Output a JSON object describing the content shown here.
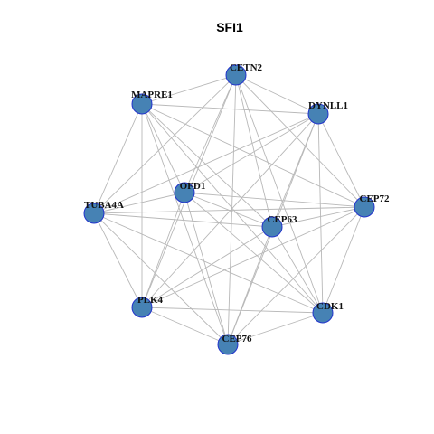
{
  "title": "SFI1",
  "style": {
    "node_fill": "#4682b4",
    "node_stroke": "#2233cc",
    "edge_color": "#b8b8b8",
    "background": "#ffffff"
  },
  "nodes": [
    {
      "id": "CETN2"
    },
    {
      "id": "MAPRE1"
    },
    {
      "id": "DYNLL1"
    },
    {
      "id": "OFD1"
    },
    {
      "id": "TUBA4A"
    },
    {
      "id": "CEP72"
    },
    {
      "id": "CEP63"
    },
    {
      "id": "PLK4"
    },
    {
      "id": "CDK1"
    },
    {
      "id": "CEP76"
    }
  ],
  "edges": [
    [
      "CETN2",
      "MAPRE1"
    ],
    [
      "CETN2",
      "DYNLL1"
    ],
    [
      "CETN2",
      "OFD1"
    ],
    [
      "CETN2",
      "TUBA4A"
    ],
    [
      "CETN2",
      "CEP72"
    ],
    [
      "CETN2",
      "CEP63"
    ],
    [
      "CETN2",
      "PLK4"
    ],
    [
      "CETN2",
      "CDK1"
    ],
    [
      "CETN2",
      "CEP76"
    ],
    [
      "MAPRE1",
      "DYNLL1"
    ],
    [
      "MAPRE1",
      "OFD1"
    ],
    [
      "MAPRE1",
      "TUBA4A"
    ],
    [
      "MAPRE1",
      "CEP72"
    ],
    [
      "MAPRE1",
      "CEP63"
    ],
    [
      "MAPRE1",
      "PLK4"
    ],
    [
      "MAPRE1",
      "CDK1"
    ],
    [
      "MAPRE1",
      "CEP76"
    ],
    [
      "DYNLL1",
      "OFD1"
    ],
    [
      "DYNLL1",
      "TUBA4A"
    ],
    [
      "DYNLL1",
      "CEP72"
    ],
    [
      "DYNLL1",
      "CEP63"
    ],
    [
      "DYNLL1",
      "PLK4"
    ],
    [
      "DYNLL1",
      "CDK1"
    ],
    [
      "DYNLL1",
      "CEP76"
    ],
    [
      "OFD1",
      "TUBA4A"
    ],
    [
      "OFD1",
      "CEP72"
    ],
    [
      "OFD1",
      "CEP63"
    ],
    [
      "OFD1",
      "PLK4"
    ],
    [
      "OFD1",
      "CDK1"
    ],
    [
      "OFD1",
      "CEP76"
    ],
    [
      "TUBA4A",
      "CEP72"
    ],
    [
      "TUBA4A",
      "CEP63"
    ],
    [
      "TUBA4A",
      "PLK4"
    ],
    [
      "TUBA4A",
      "CDK1"
    ],
    [
      "TUBA4A",
      "CEP76"
    ],
    [
      "CEP72",
      "CEP63"
    ],
    [
      "CEP72",
      "PLK4"
    ],
    [
      "CEP72",
      "CDK1"
    ],
    [
      "CEP72",
      "CEP76"
    ],
    [
      "CEP63",
      "PLK4"
    ],
    [
      "CEP63",
      "CDK1"
    ],
    [
      "CEP63",
      "CEP76"
    ],
    [
      "PLK4",
      "CDK1"
    ],
    [
      "PLK4",
      "CEP76"
    ],
    [
      "CDK1",
      "CEP76"
    ]
  ]
}
